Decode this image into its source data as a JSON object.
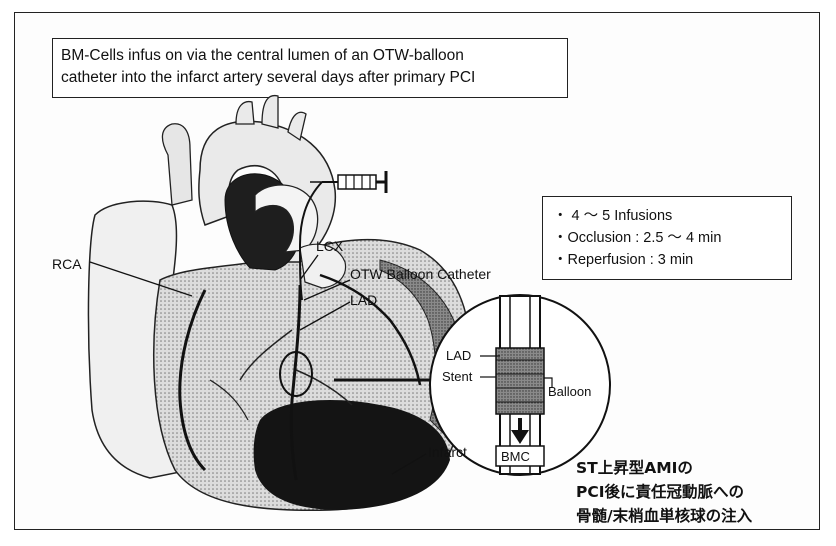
{
  "title": {
    "line1": "BM-Cells infus on via the central lumen of an OTW-balloon",
    "line2": "catheter into the infarct artery several days after primary PCI"
  },
  "facts": [
    "・ 4 ～ 5 Infusions",
    "・Occlusion : 2.5 ～ 4 min",
    "・Reperfusion : 3 min"
  ],
  "labels": {
    "rca": "RCA",
    "lcx": "LCX",
    "otw": "OTW Balloon Catheter",
    "lad": "LAD",
    "infarct": "Infarct",
    "inset_lad": "LAD",
    "inset_stent": "Stent",
    "inset_balloon": "Balloon",
    "inset_bmc": "BMC"
  },
  "japanese_note": [
    "ST上昇型AMIの",
    "PCI後に責任冠動脈への",
    "骨髄/末梢血単核球の注入"
  ],
  "colors": {
    "ink": "#111111",
    "heart_light": "#e6e6e6",
    "heart_mid": "#9a9a9a",
    "heart_dark": "#1a1a1a",
    "paper": "#fdfdfd"
  }
}
